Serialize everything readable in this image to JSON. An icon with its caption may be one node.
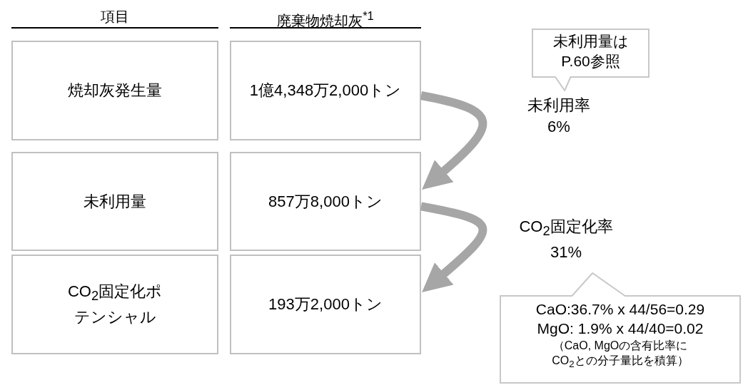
{
  "diagram": {
    "nodes": [
      {
        "text": [
          "焼却灰発生量"
        ]
      },
      {
        "text": [
          "1億4,348万2,000トン"
        ]
      },
      {
        "text": [
          "未利用量"
        ]
      },
      {
        "text": [
          "857万8,000トン"
        ]
      },
      {
        "text": [
          "CO$_{2}$固定化ポテンシャル"
        ]
      },
      {
        "text": [
          "193万2,000トン"
        ]
      },
      {
        "text": [
          "未利用量はP.60参照"
        ]
      },
      {
        "text": [
          "CaO:36.7% x 44/56=0.29",
          "MgO: 1.9%  x 44/40=0.02",
          "（CaO, MgOの含有比率にCO$_{2}$との分子量比を積算）"
        ]
      }
    ],
    "edges": [
      {
        "from": 1,
        "to": 3,
        "arrow": "to",
        "label": "未利用率 6%"
      },
      {
        "from": 3,
        "to": 5,
        "arrow": "to",
        "label": "CO$_{2}$固定化率 31%"
      }
    ],
    "labels": [
      "項目",
      "廃棄物焼却灰$^{*1}$"
    ]
  }
}
